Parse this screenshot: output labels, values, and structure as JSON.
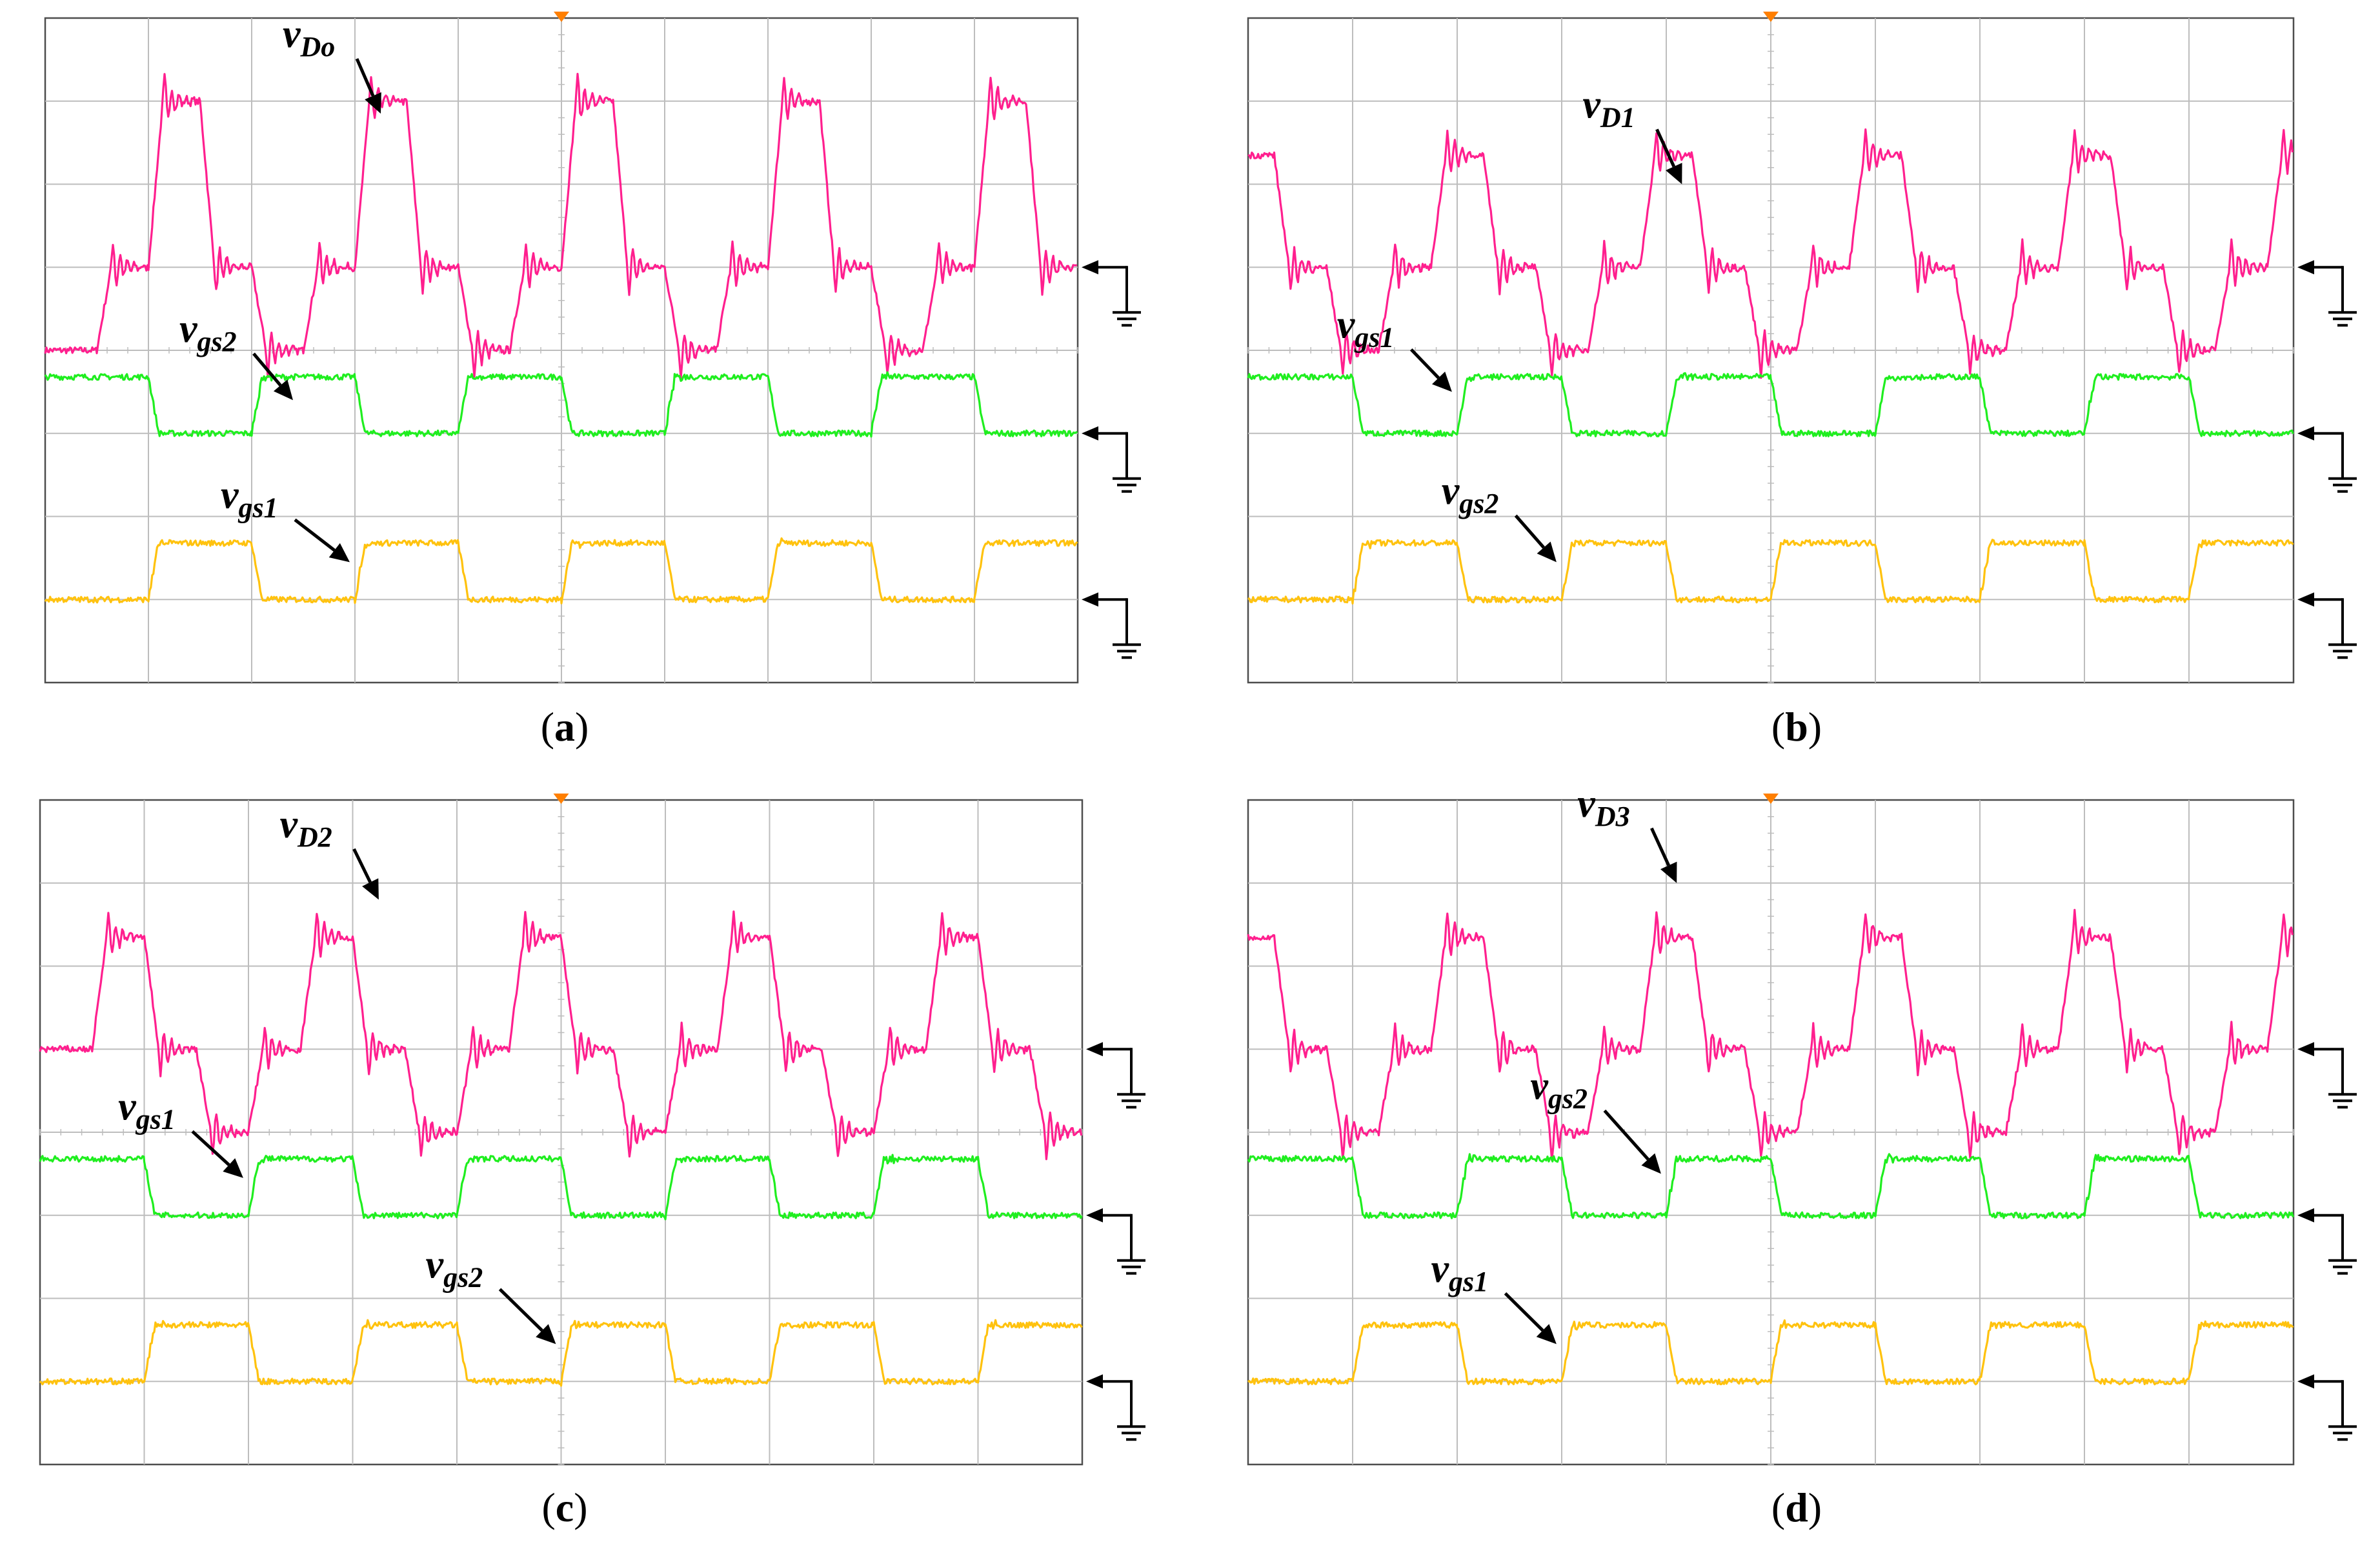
{
  "colors": {
    "vd": "#ff1f8e",
    "green": "#1fee1f",
    "yellow": "#ffc20e",
    "grid": "#bdbdbd",
    "frame": "#4d4d4d",
    "trigger": "#ff7f00"
  },
  "chart_data": [
    {
      "type": "line",
      "panel": "a",
      "caption": {
        "open": "(",
        "letter": "a",
        "close": ")"
      },
      "x_divisions": 10,
      "y_divisions": 8,
      "period_divisions": 2,
      "series": [
        {
          "name": "v",
          "sub": "Do",
          "color": "vd",
          "kind": "vd",
          "start_phase": 0.0,
          "ground_div": 3.0,
          "levels": [
            -1.0,
            0.0,
            2.0,
            0.0
          ],
          "edge_div": 0.14,
          "ring": true
        },
        {
          "name": "v",
          "sub": "gs2",
          "color": "green",
          "kind": "gate",
          "start_phase": 0.0,
          "ground_div": 5.0,
          "levels": [
            0.68,
            0.0
          ],
          "edge_div": 0.1,
          "ring": false
        },
        {
          "name": "v",
          "sub": "gs1",
          "color": "yellow",
          "kind": "gate",
          "start_phase": 1.0,
          "ground_div": 7.0,
          "levels": [
            0.68,
            0.0
          ],
          "edge_div": 0.1,
          "ring": false
        }
      ],
      "annotations": [
        {
          "series_index": 0,
          "label_div": [
            2.3,
            0.35
          ],
          "arrow_to_div": [
            3.25,
            1.15
          ]
        },
        {
          "series_index": 1,
          "label_div": [
            1.3,
            3.9
          ],
          "arrow_to_div": [
            2.4,
            4.6
          ]
        },
        {
          "series_index": 2,
          "label_div": [
            1.7,
            5.9
          ],
          "arrow_to_div": [
            2.95,
            6.55
          ]
        }
      ]
    },
    {
      "type": "line",
      "panel": "b",
      "caption": {
        "open": "(",
        "letter": "b",
        "close": ")"
      },
      "x_divisions": 10,
      "y_divisions": 8,
      "period_divisions": 2,
      "series": [
        {
          "name": "v",
          "sub": "D1",
          "color": "vd",
          "kind": "vd",
          "start_phase": 0.5,
          "ground_div": 3.0,
          "levels": [
            0.0,
            1.35,
            0.0,
            -1.0
          ],
          "edge_div": 0.14,
          "ring": true
        },
        {
          "name": "v",
          "sub": "gs1",
          "color": "green",
          "kind": "gate",
          "start_phase": 0.0,
          "ground_div": 5.0,
          "levels": [
            0.68,
            0.0
          ],
          "edge_div": 0.1,
          "ring": false
        },
        {
          "name": "v",
          "sub": "gs2",
          "color": "yellow",
          "kind": "gate",
          "start_phase": 1.0,
          "ground_div": 7.0,
          "levels": [
            0.68,
            0.0
          ],
          "edge_div": 0.1,
          "ring": false
        }
      ],
      "annotations": [
        {
          "series_index": 0,
          "label_div": [
            3.2,
            1.2
          ],
          "arrow_to_div": [
            4.15,
            2.0
          ]
        },
        {
          "series_index": 1,
          "label_div": [
            0.85,
            3.85
          ],
          "arrow_to_div": [
            1.95,
            4.5
          ]
        },
        {
          "series_index": 2,
          "label_div": [
            1.85,
            5.85
          ],
          "arrow_to_div": [
            2.95,
            6.55
          ]
        }
      ]
    },
    {
      "type": "line",
      "panel": "c",
      "caption": {
        "open": "(",
        "letter": "c",
        "close": ")"
      },
      "x_divisions": 10,
      "y_divisions": 8,
      "period_divisions": 2,
      "series": [
        {
          "name": "v",
          "sub": "D2",
          "color": "vd",
          "kind": "vd",
          "start_phase": 0.0,
          "ground_div": 3.0,
          "levels": [
            0.0,
            1.35,
            0.0,
            -1.0
          ],
          "edge_div": 0.14,
          "ring": true
        },
        {
          "name": "v",
          "sub": "gs1",
          "color": "green",
          "kind": "gate",
          "start_phase": 0.0,
          "ground_div": 5.0,
          "levels": [
            0.68,
            0.0
          ],
          "edge_div": 0.1,
          "ring": false
        },
        {
          "name": "v",
          "sub": "gs2",
          "color": "yellow",
          "kind": "gate",
          "start_phase": 1.0,
          "ground_div": 7.0,
          "levels": [
            0.68,
            0.0
          ],
          "edge_div": 0.1,
          "ring": false
        }
      ],
      "annotations": [
        {
          "series_index": 0,
          "label_div": [
            2.3,
            0.45
          ],
          "arrow_to_div": [
            3.25,
            1.2
          ]
        },
        {
          "series_index": 1,
          "label_div": [
            0.75,
            3.85
          ],
          "arrow_to_div": [
            1.95,
            4.55
          ]
        },
        {
          "series_index": 2,
          "label_div": [
            3.7,
            5.75
          ],
          "arrow_to_div": [
            4.95,
            6.55
          ]
        }
      ]
    },
    {
      "type": "line",
      "panel": "d",
      "caption": {
        "open": "(",
        "letter": "d",
        "close": ")"
      },
      "x_divisions": 10,
      "y_divisions": 8,
      "period_divisions": 2,
      "series": [
        {
          "name": "v",
          "sub": "D3",
          "color": "vd",
          "kind": "vd",
          "start_phase": 0.5,
          "ground_div": 3.0,
          "levels": [
            0.0,
            1.35,
            0.0,
            -1.0
          ],
          "edge_div": 0.14,
          "ring": true
        },
        {
          "name": "v",
          "sub": "gs2",
          "color": "green",
          "kind": "gate",
          "start_phase": 0.0,
          "ground_div": 5.0,
          "levels": [
            0.68,
            0.0
          ],
          "edge_div": 0.1,
          "ring": false
        },
        {
          "name": "v",
          "sub": "gs1",
          "color": "yellow",
          "kind": "gate",
          "start_phase": 1.0,
          "ground_div": 7.0,
          "levels": [
            0.68,
            0.0
          ],
          "edge_div": 0.1,
          "ring": false
        }
      ],
      "annotations": [
        {
          "series_index": 0,
          "label_div": [
            3.15,
            0.2
          ],
          "arrow_to_div": [
            4.1,
            1.0
          ]
        },
        {
          "series_index": 1,
          "label_div": [
            2.7,
            3.6
          ],
          "arrow_to_div": [
            3.95,
            4.5
          ]
        },
        {
          "series_index": 2,
          "label_div": [
            1.75,
            5.8
          ],
          "arrow_to_div": [
            2.95,
            6.55
          ]
        }
      ]
    }
  ]
}
